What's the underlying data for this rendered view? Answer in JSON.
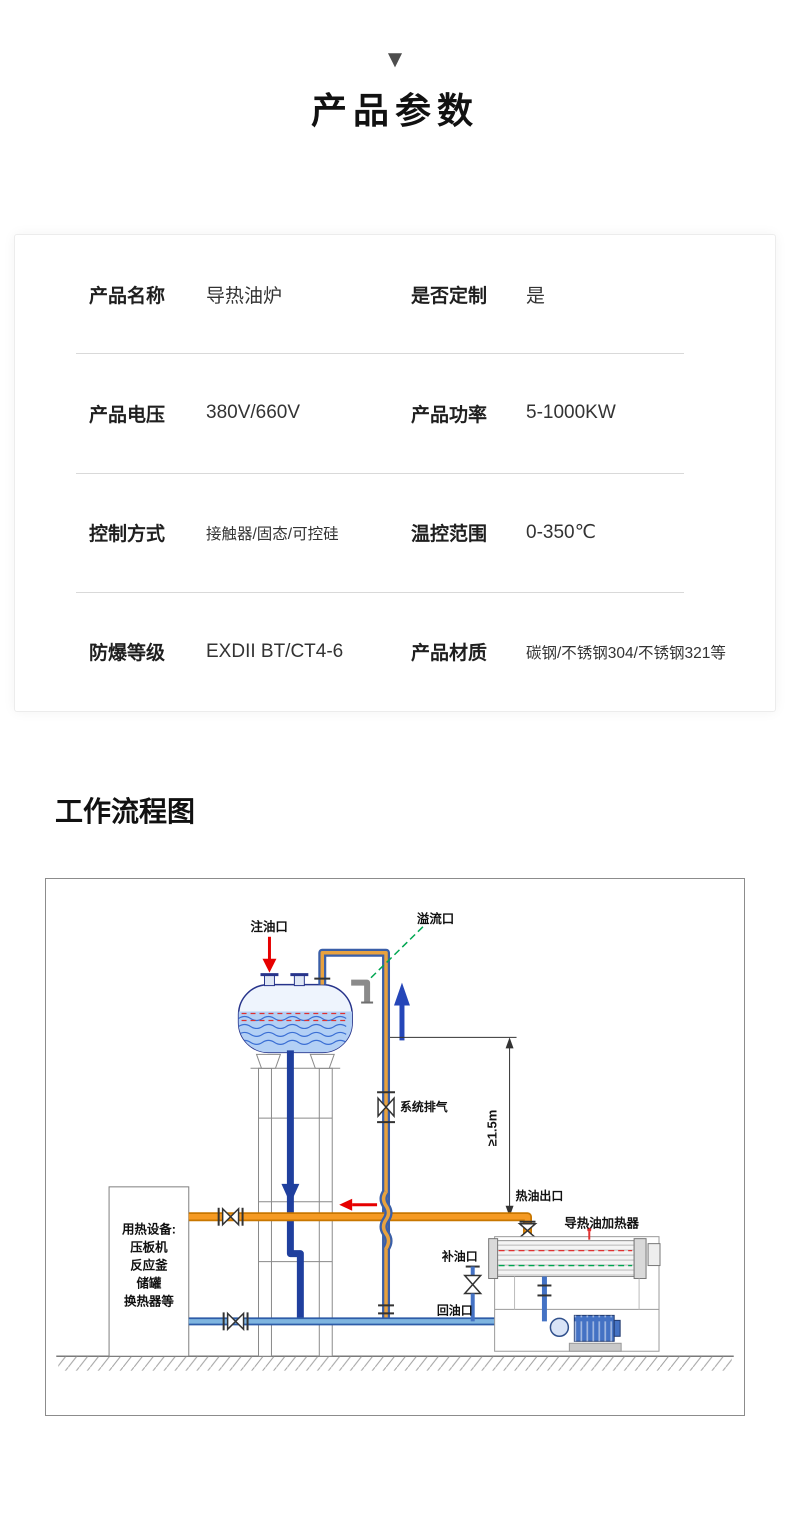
{
  "header": {
    "marker": "▼",
    "title": "产品参数"
  },
  "params": {
    "rows": [
      {
        "label1": "产品名称",
        "value1": "导热油炉",
        "label2": "是否定制",
        "value2": "是"
      },
      {
        "label1": "产品电压",
        "value1": "380V/660V",
        "label2": "产品功率",
        "value2": "5-1000KW"
      },
      {
        "label1": "控制方式",
        "value1": "接触器/固态/可控硅",
        "label2": "温控范围",
        "value2": "0-350℃"
      },
      {
        "label1": "防爆等级",
        "value1": "EXDII BT/CT4-6",
        "label2": "产品材质",
        "value2": "碳钢/不锈钢304/不锈钢321等"
      }
    ]
  },
  "flow": {
    "title": "工作流程图",
    "labels": {
      "inject_port": "注油口",
      "overflow_port": "溢流口",
      "system_vent": "系统排气",
      "min_height": "≥1.5m",
      "hot_oil_outlet": "热油出口",
      "heater": "导热油加热器",
      "makeup_port": "补油口",
      "return_port": "回油口",
      "equipment_line1": "用热设备:",
      "equipment_line2": "压板机",
      "equipment_line3": "反应釜",
      "equipment_line4": "储罐",
      "equipment_line5": "换热器等"
    },
    "colors": {
      "hot_pipe_orange": "#f59a23",
      "return_pipe_blue": "#7fb5e0",
      "supply_pipe_dark_blue": "#1f3f9e",
      "overflow_leader_green": "#00a651",
      "arrow_red": "#e60000"
    }
  }
}
